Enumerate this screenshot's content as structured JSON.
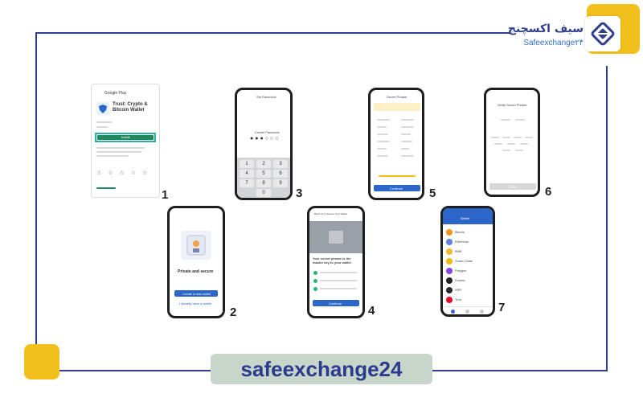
{
  "brand": {
    "name_fa": "سیف اکسچنج",
    "name_en": "Safeexchange۲۴",
    "banner": "safeexchange24",
    "colors": {
      "navy": "#2f3e8f",
      "yellow": "#f2c01d",
      "green": "#c7d5ca",
      "blue": "#2c66c8"
    }
  },
  "steps": [
    {
      "number": "1",
      "app": "Google Play",
      "title": "Trust: Crypto & Bitcoin Wallet",
      "button": "Install"
    },
    {
      "number": "2",
      "title": "Private and secure",
      "button": "Create a new wallet",
      "link": "I already have a wallet"
    },
    {
      "number": "3",
      "title": "Set Passcode",
      "subtitle": "Create Passcode",
      "keys": [
        "1",
        "2",
        "3",
        "4",
        "5",
        "6",
        "7",
        "8",
        "9",
        "0"
      ]
    },
    {
      "number": "4",
      "title": "Back Up to Secure Your Wallet",
      "text": "Your secret phrase is the master key to your wallet",
      "button": "Continue"
    },
    {
      "number": "5",
      "title": "Secret Phrase",
      "button": "Continue"
    },
    {
      "number": "6",
      "title": "Verify Secret Phrase",
      "button": "Done"
    },
    {
      "number": "7",
      "title": "Wallet",
      "coins": [
        "Bitcoin",
        "Ethereum",
        "BNB",
        "Smart Chain",
        "Polygon",
        "Solana",
        "XRP",
        "Tron"
      ]
    }
  ]
}
